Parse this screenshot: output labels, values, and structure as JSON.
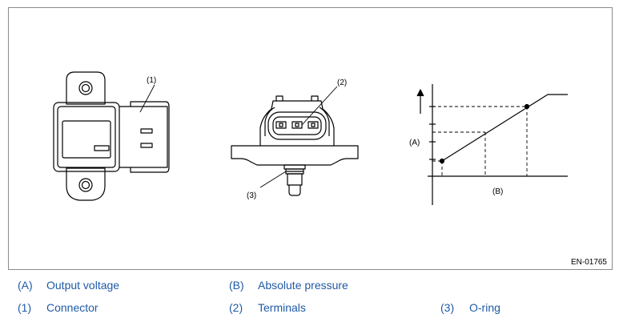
{
  "figure": {
    "id": "EN-01765",
    "callouts": {
      "connector": "(1)",
      "terminals": "(2)",
      "o_ring": "(3)",
      "output_voltage": "(A)",
      "absolute_pressure": "(B)"
    }
  },
  "legend": [
    {
      "key": "(A)",
      "label": "Output voltage"
    },
    {
      "key": "(B)",
      "label": "Absolute pressure"
    },
    {
      "key": "(1)",
      "label": "Connector"
    },
    {
      "key": "(2)",
      "label": "Terminals"
    },
    {
      "key": "(3)",
      "label": "O-ring"
    }
  ],
  "colors": {
    "legend_text": "#1f5aa6",
    "frame": "#8c8c8c",
    "line_art": "#000000"
  }
}
